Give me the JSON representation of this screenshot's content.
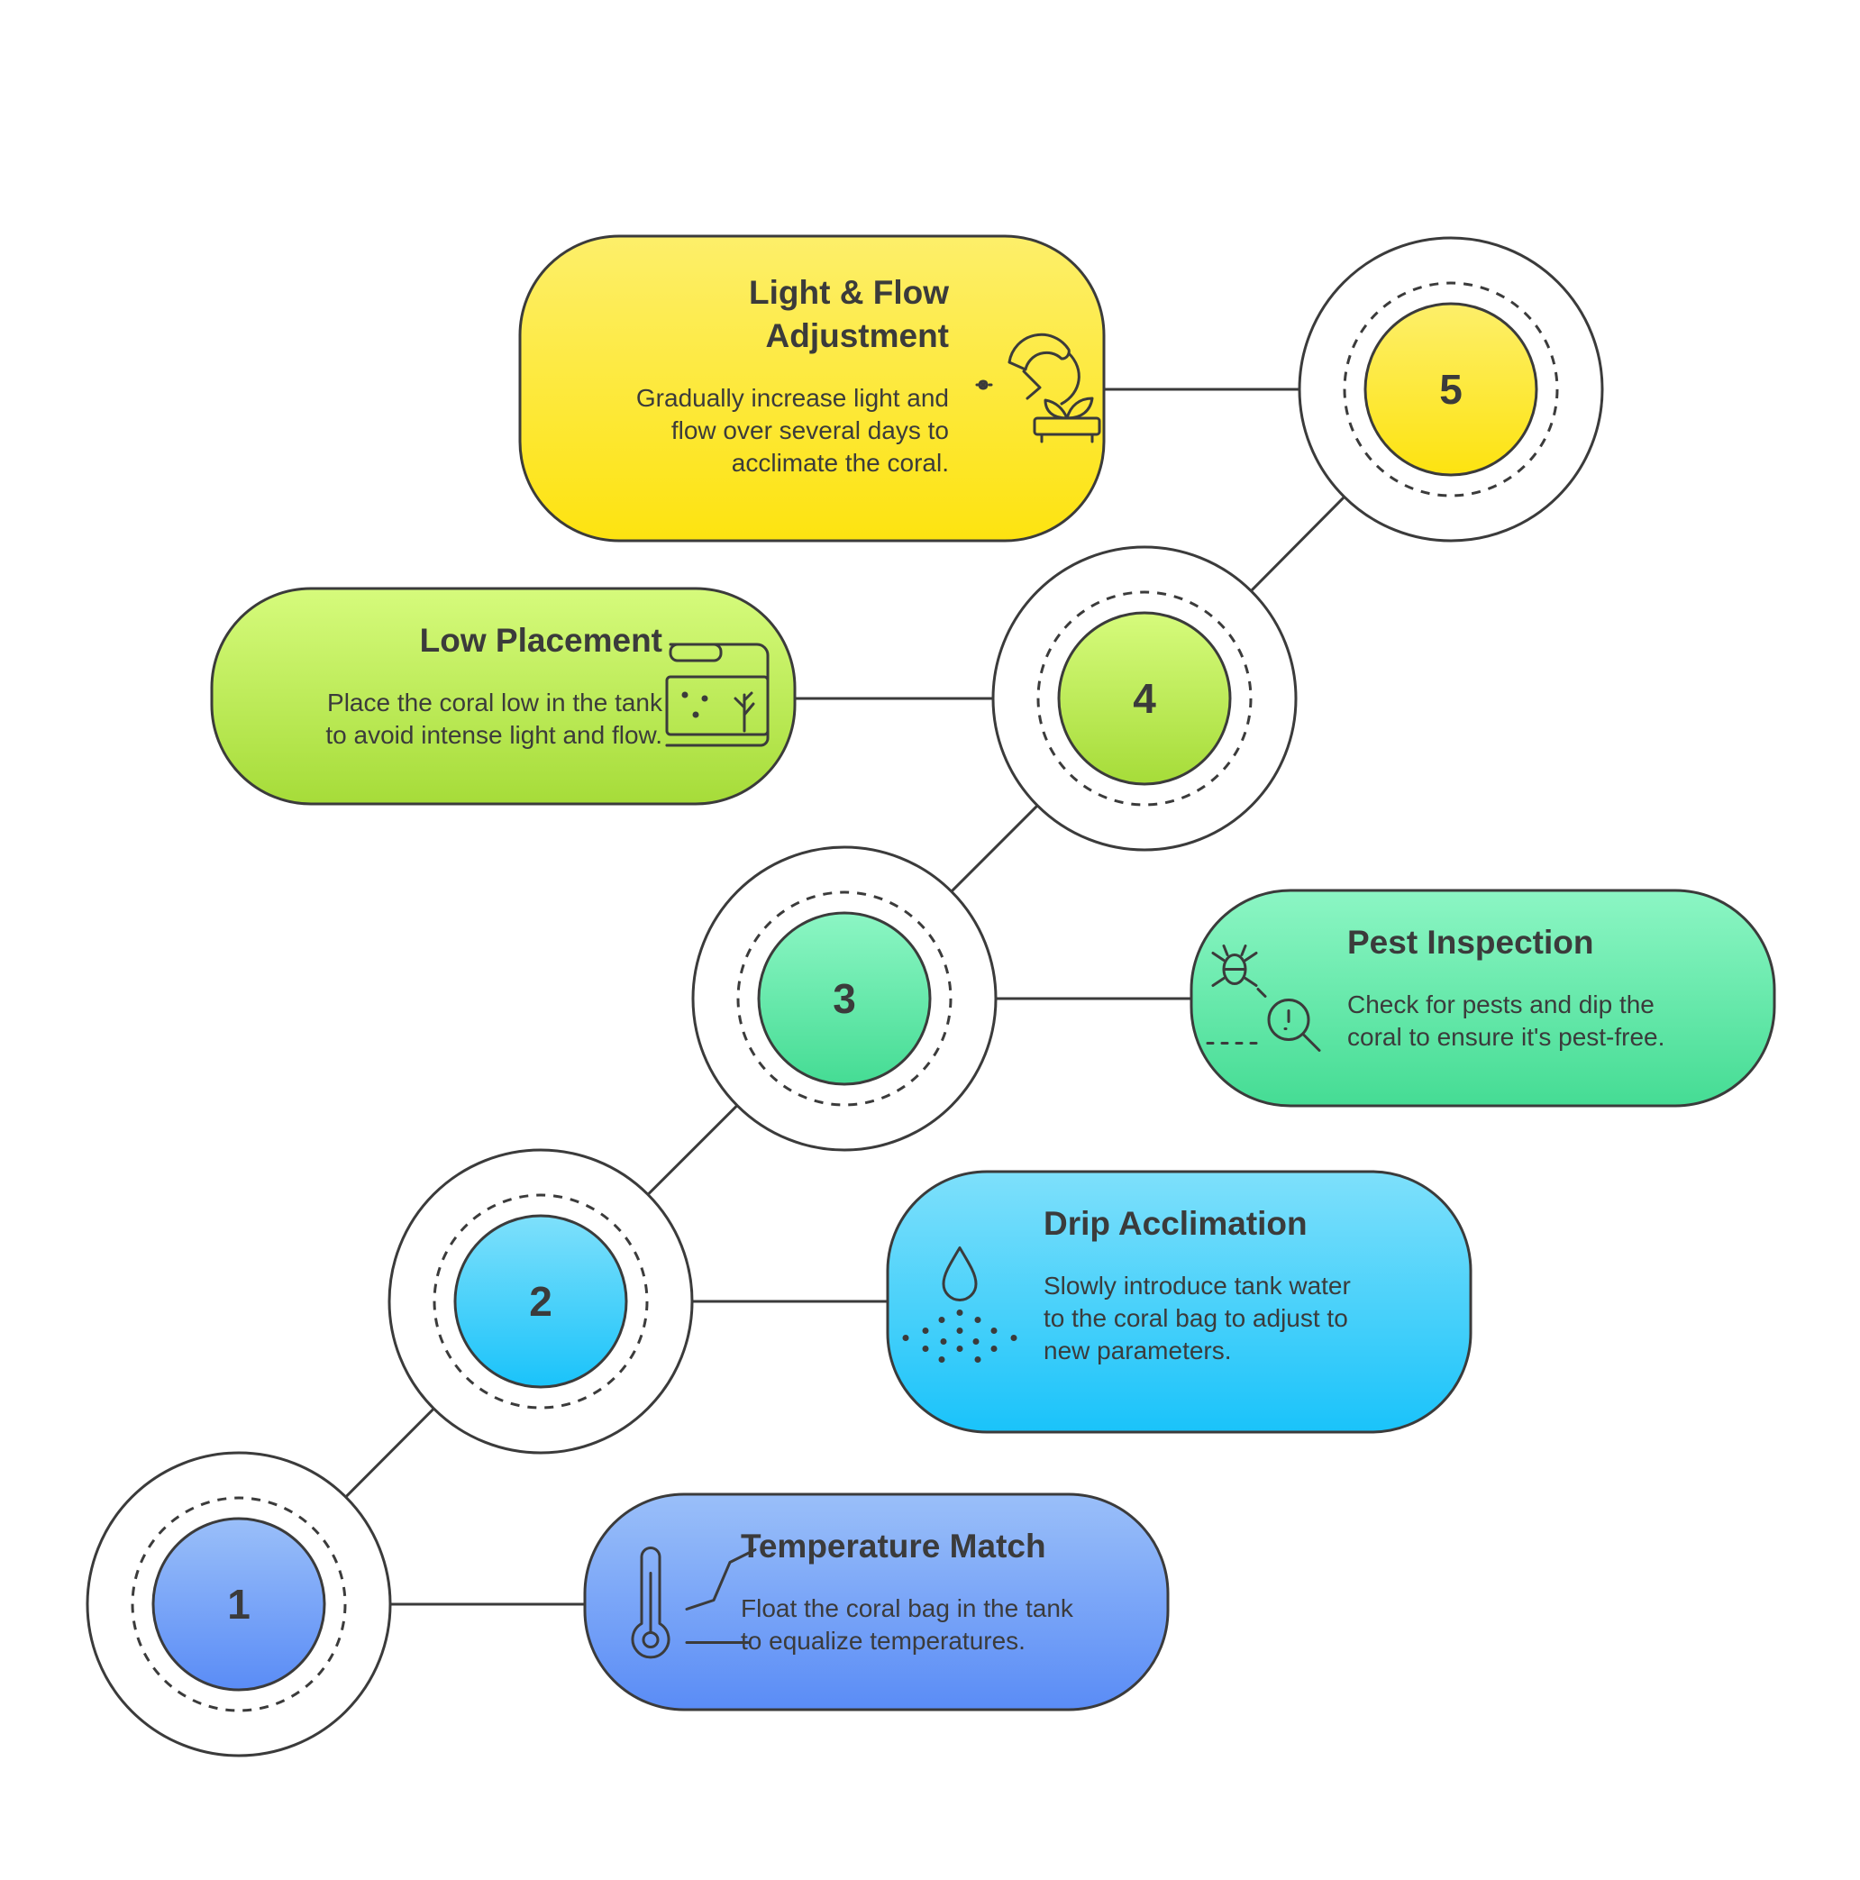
{
  "steps": [
    {
      "number": "1",
      "title_lines": [
        "Temperature Match"
      ],
      "desc_lines": [
        "Float the coral bag in the tank",
        "to equalize temperatures."
      ],
      "icon": "thermometer-icon",
      "colors": [
        "#9abff9",
        "#5a8cf6"
      ]
    },
    {
      "number": "2",
      "title_lines": [
        "Drip Acclimation"
      ],
      "desc_lines": [
        "Slowly introduce tank water",
        "to the coral bag to adjust to",
        "new parameters."
      ],
      "icon": "water-drip-icon",
      "colors": [
        "#7ee0fb",
        "#1ac3fa"
      ]
    },
    {
      "number": "3",
      "title_lines": [
        "Pest Inspection"
      ],
      "desc_lines": [
        "Check for pests and dip the",
        "coral to ensure it's pest-free."
      ],
      "icon": "pest-magnifier-icon",
      "colors": [
        "#8cf6c4",
        "#45dc94"
      ]
    },
    {
      "number": "4",
      "title_lines": [
        "Low Placement"
      ],
      "desc_lines": [
        "Place the coral low in the tank",
        "to avoid intense light and flow."
      ],
      "icon": "aquarium-tank-icon",
      "colors": [
        "#d6fb7c",
        "#a6dc39"
      ]
    },
    {
      "number": "5",
      "title_lines": [
        "Light & Flow",
        "Adjustment"
      ],
      "desc_lines": [
        "Gradually increase light and",
        "flow over several days to",
        "acclimate the coral."
      ],
      "icon": "lamp-plant-icon",
      "colors": [
        "#fdef6a",
        "#fde310"
      ]
    }
  ]
}
